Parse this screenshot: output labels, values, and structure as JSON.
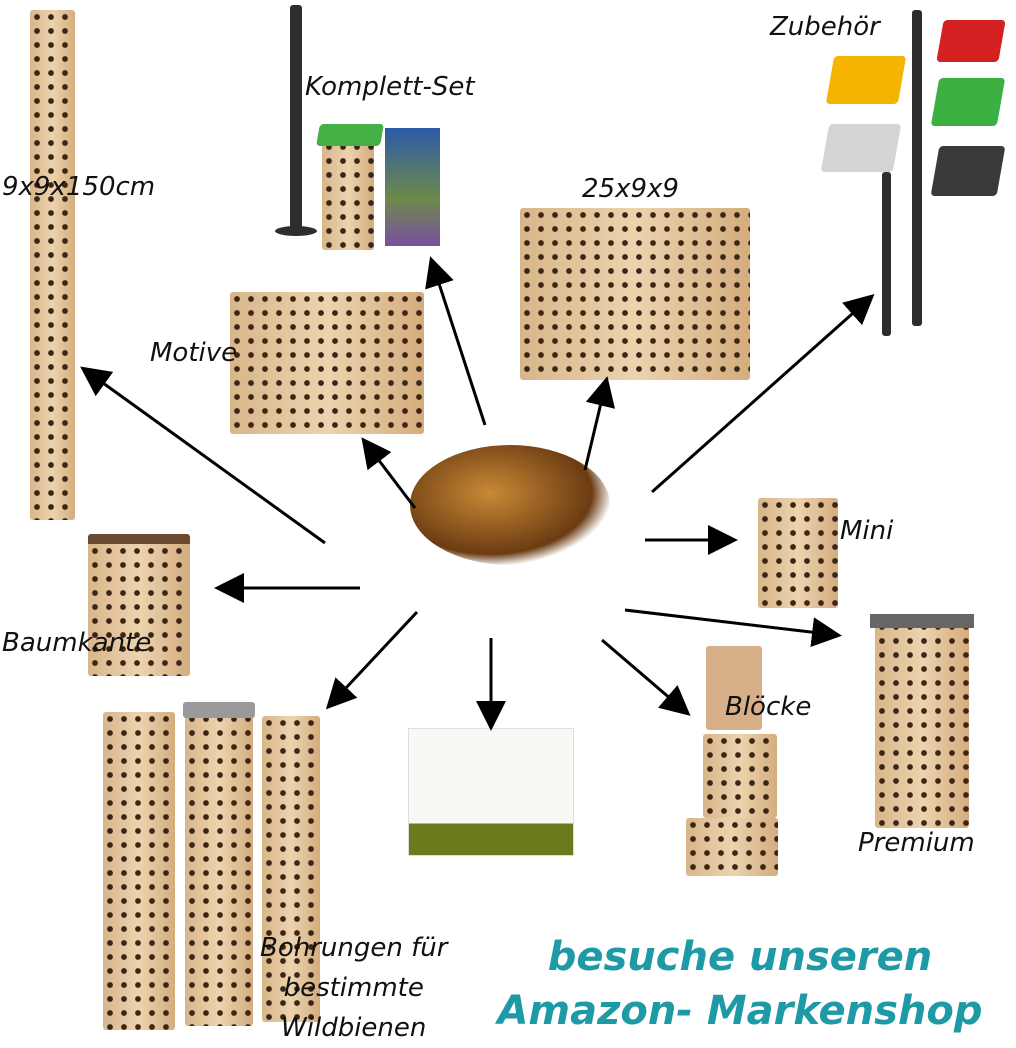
{
  "labels": {
    "tall": "9x9x150cm",
    "komplett": "Komplett-Set",
    "zubehoer": "Zubehör",
    "size": "25x9x9",
    "motive": "Motive",
    "mini": "Mini",
    "baumkante": "Baumkante",
    "bloecke": "Blöcke",
    "premium": "Premium",
    "bohrungen": [
      "Bohrungen für",
      "bestimmte",
      "Wildbienen"
    ]
  },
  "promo": [
    "besuche unseren",
    "Amazon- Markenshop"
  ],
  "colors": {
    "promo": "#1e9aa6",
    "wood": "#e3c49a",
    "roof_red": "#d42020",
    "roof_yellow": "#f4b400",
    "roof_green": "#3cb043",
    "roof_silver": "#d0d0d0",
    "roof_dark": "#3a3a3a"
  }
}
